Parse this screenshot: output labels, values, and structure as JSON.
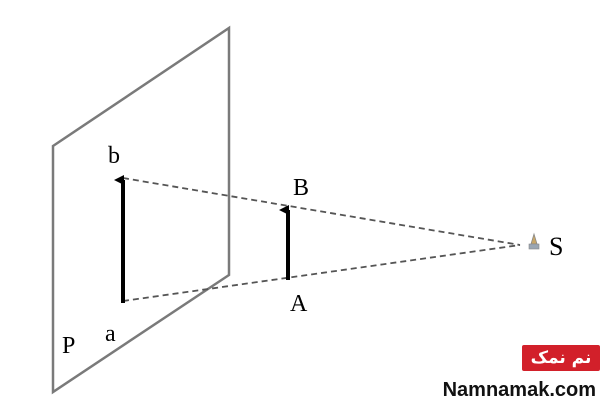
{
  "labels": {
    "plane": "P",
    "image_top": "b",
    "image_bottom": "a",
    "object_top": "B",
    "object_bottom": "A",
    "source": "S"
  },
  "brand": {
    "badge": "نم نمک",
    "site": "Namnamak.com"
  },
  "colors": {
    "plane": "#7a7a7a",
    "arrow": "#000000",
    "rays": "#555555",
    "badge": "#d2202a"
  }
}
